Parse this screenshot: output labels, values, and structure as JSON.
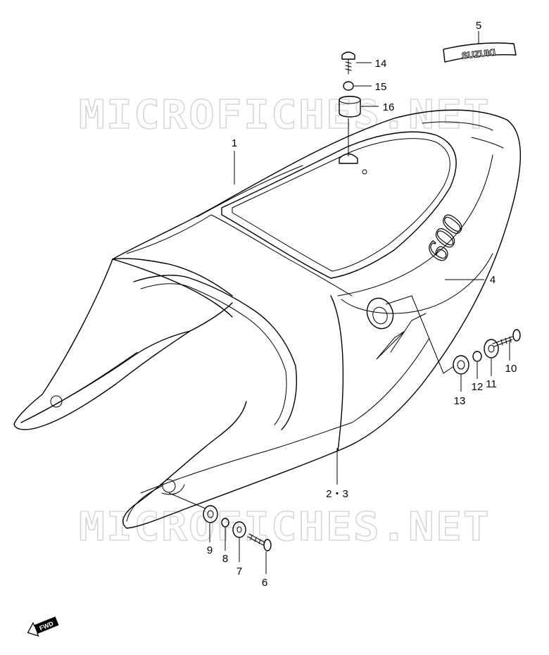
{
  "watermark": "MICROFICHES.NET",
  "emblem_text": "SUZUKI",
  "cowl_badge": "600",
  "fwd_label": "FWD",
  "callouts": {
    "c1": "1",
    "c23": "2・3",
    "c4": "4",
    "c5": "5",
    "c6": "6",
    "c7": "7",
    "c8": "8",
    "c9": "9",
    "c10": "10",
    "c11": "11",
    "c12": "12",
    "c13": "13",
    "c14": "14",
    "c15": "15",
    "c16": "16"
  }
}
